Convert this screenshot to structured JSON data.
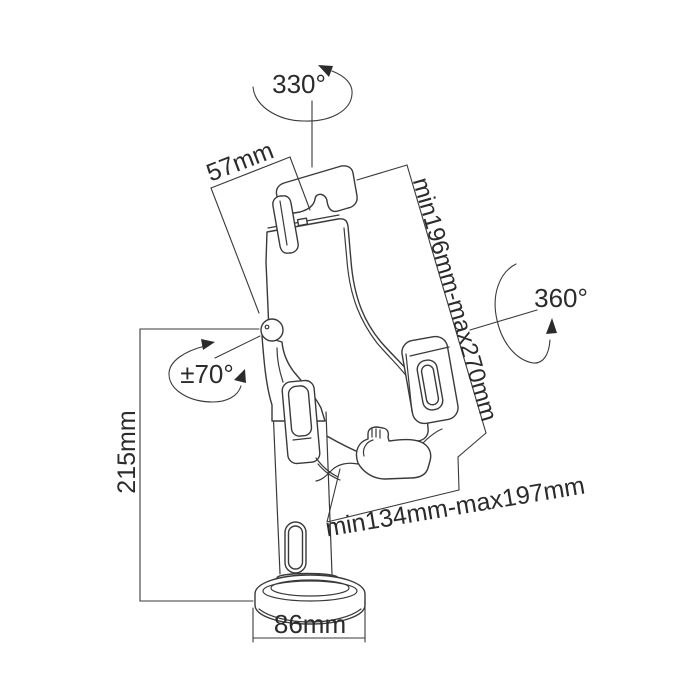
{
  "diagram": {
    "title": "tablet-holder-stand-dimension-diagram",
    "labels": {
      "rotation_top": "330°",
      "bracket_depth": "57mm",
      "bracket_height_range": "min196mm-max270mm",
      "rotation_side": "360°",
      "tilt_range": "±70°",
      "stand_height": "215mm",
      "bracket_width_range": "min134mm-max197mm",
      "base_width": "86mm"
    },
    "colors": {
      "line": "#3a3a3a",
      "text": "#2b2b2b",
      "background": "#ffffff"
    }
  }
}
